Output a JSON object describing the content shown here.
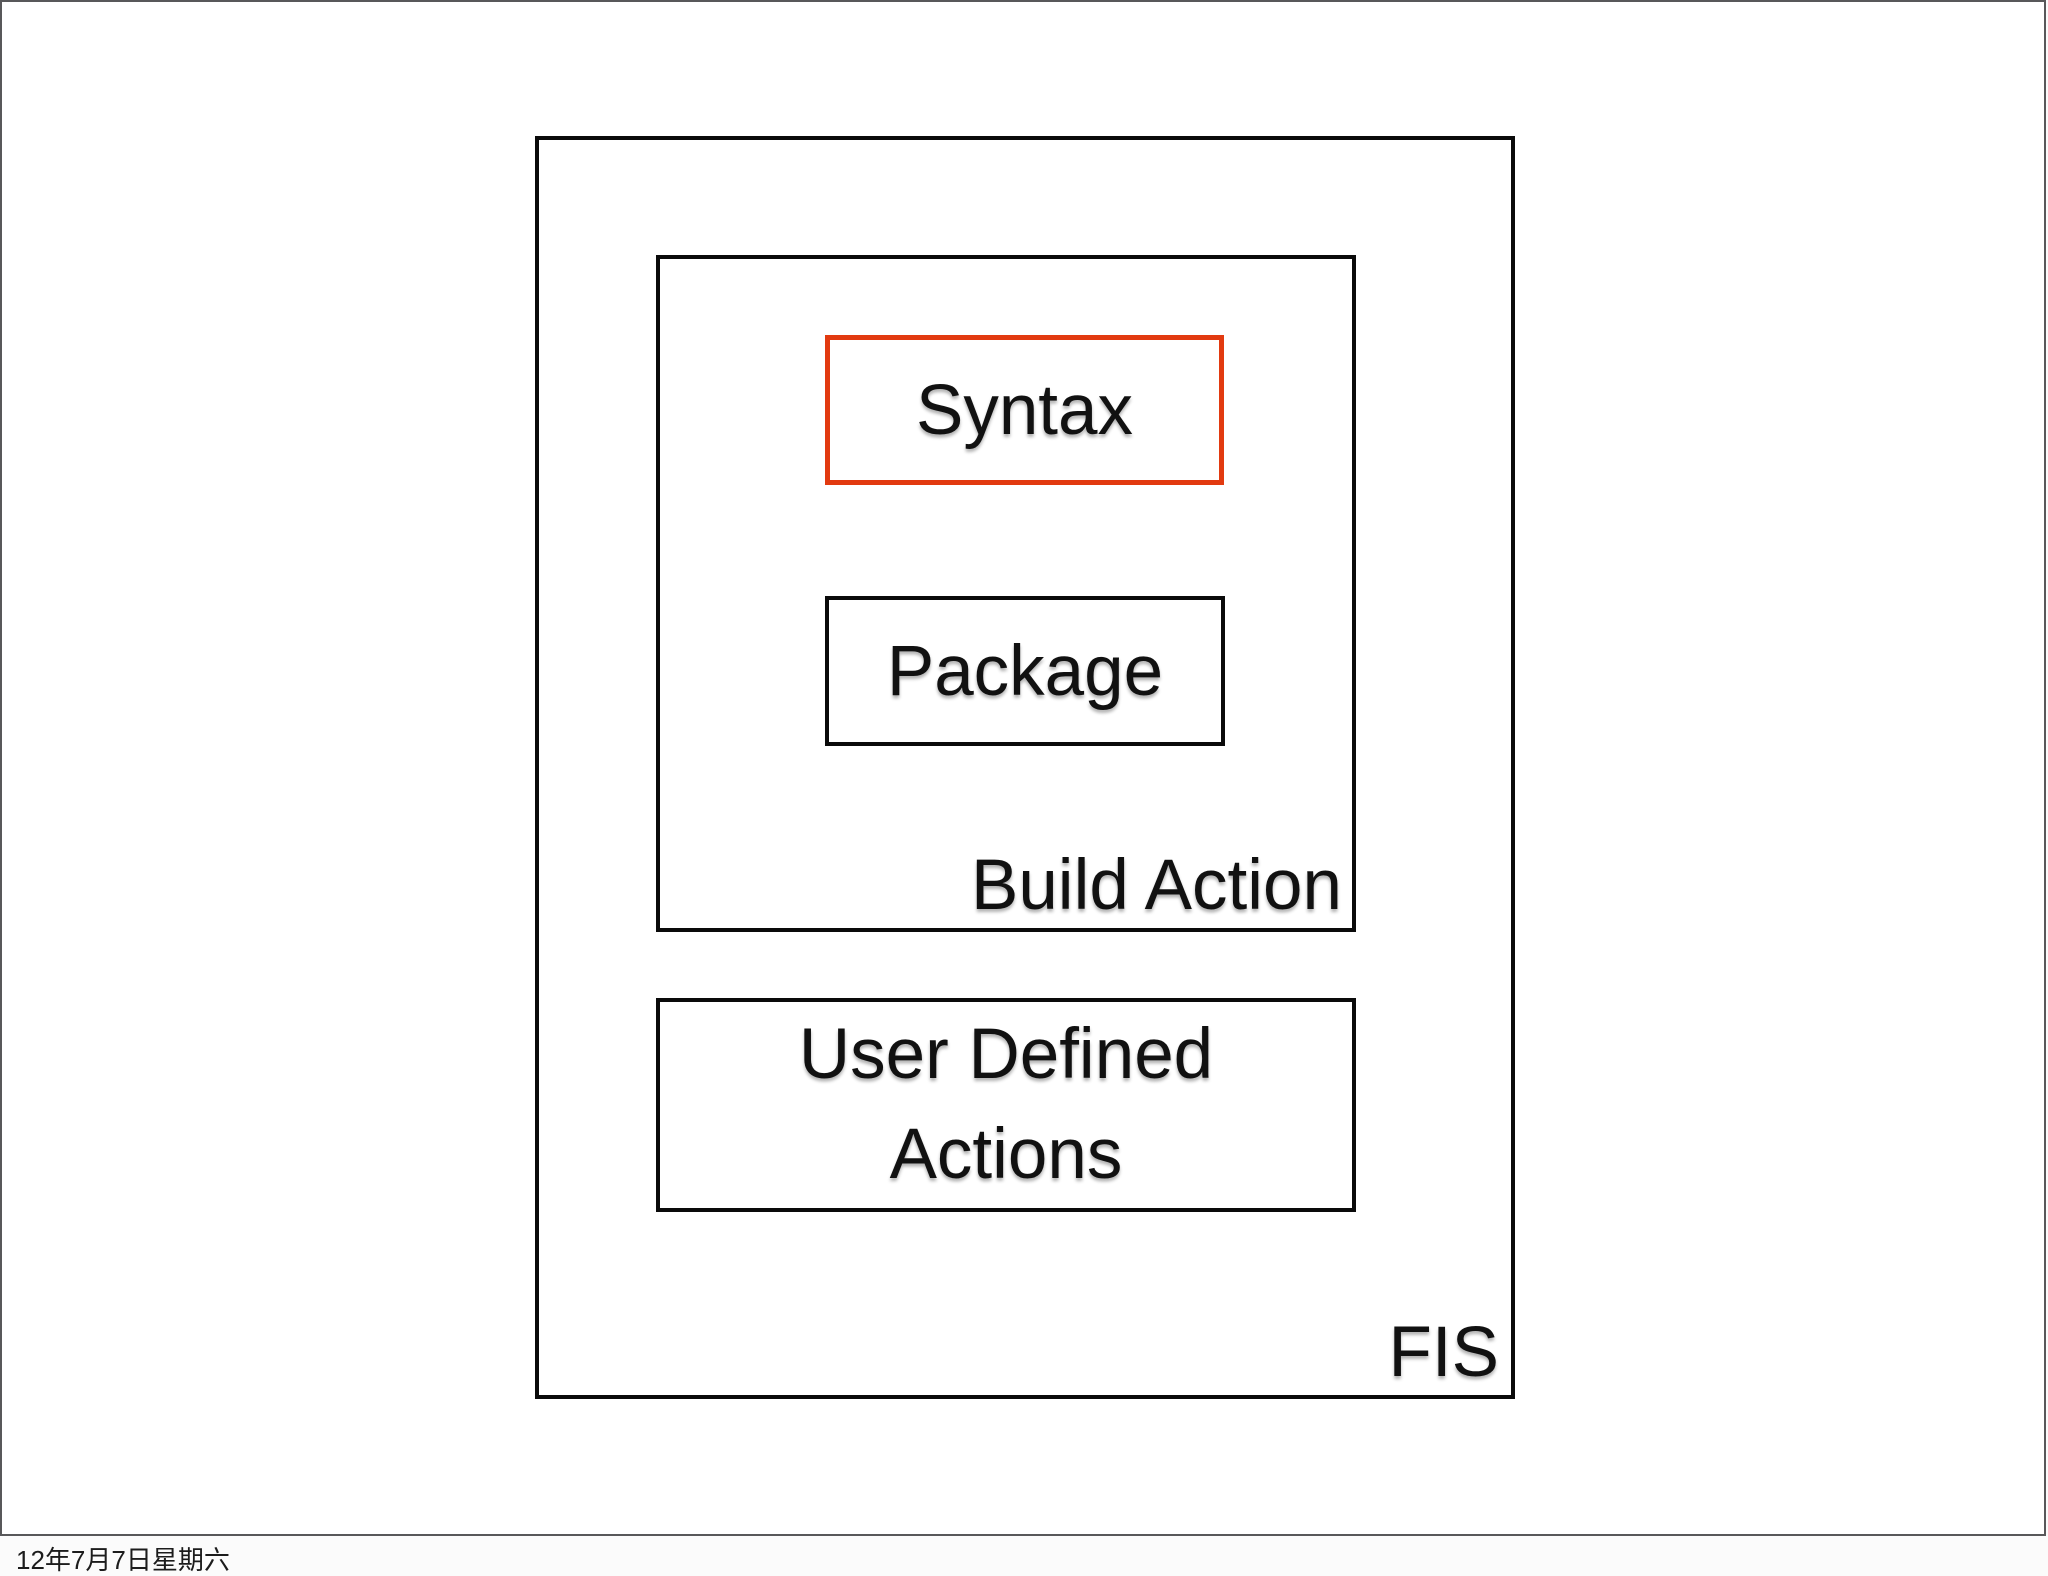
{
  "slide": {
    "diagram": {
      "fis_label": "FIS",
      "build_action_label": "Build Action",
      "syntax_label": "Syntax",
      "package_label": "Package",
      "user_defined_actions": {
        "line1": "User Defined",
        "line2": "Actions"
      }
    },
    "colors": {
      "box_border": "#0a0a0a",
      "highlight_border": "#e23a10",
      "slide_border": "#58585a",
      "text": "#111111"
    }
  },
  "footer": {
    "date": "12年7月7日星期六"
  }
}
